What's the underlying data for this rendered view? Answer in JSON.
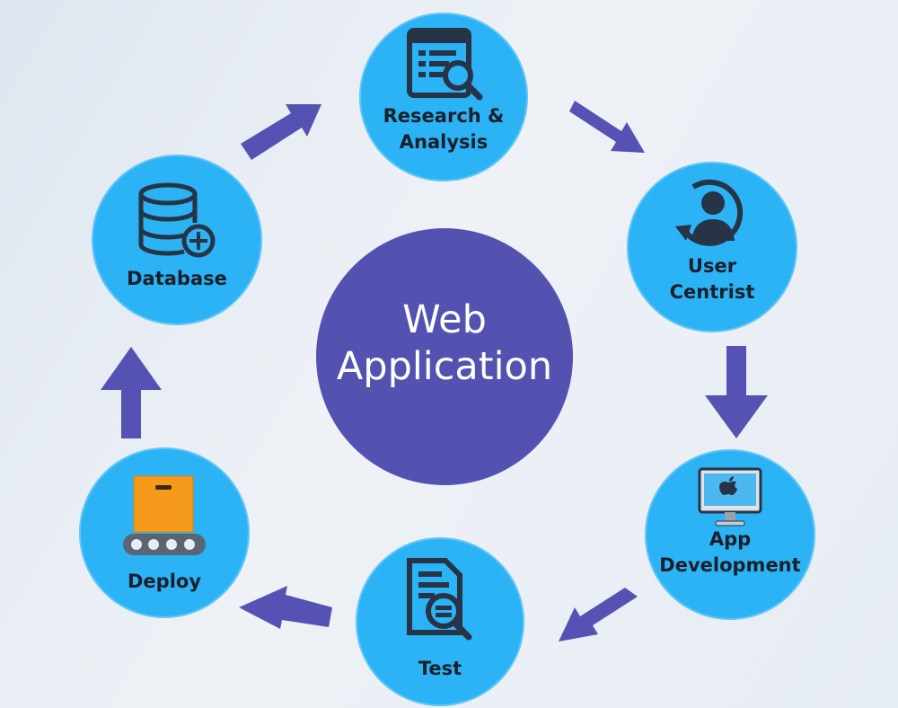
{
  "center": {
    "title": "Web\nApplication"
  },
  "stages": [
    {
      "key": "research",
      "label": "Research &\nAnalysis",
      "icon": "report-search-icon"
    },
    {
      "key": "user",
      "label": "User\nCentrist",
      "icon": "user-sync-icon"
    },
    {
      "key": "appdev",
      "label": "App\nDevelopment",
      "icon": "monitor-apple-icon"
    },
    {
      "key": "test",
      "label": "Test",
      "icon": "document-search-icon"
    },
    {
      "key": "deploy",
      "label": "Deploy",
      "icon": "box-conveyor-icon"
    },
    {
      "key": "database",
      "label": "Database",
      "icon": "database-add-icon"
    }
  ],
  "colors": {
    "node": "#2bb3f5",
    "center": "#5352b0",
    "arrow": "#5552b3",
    "icon_dark": "#263445",
    "box": "#f59a1a"
  }
}
